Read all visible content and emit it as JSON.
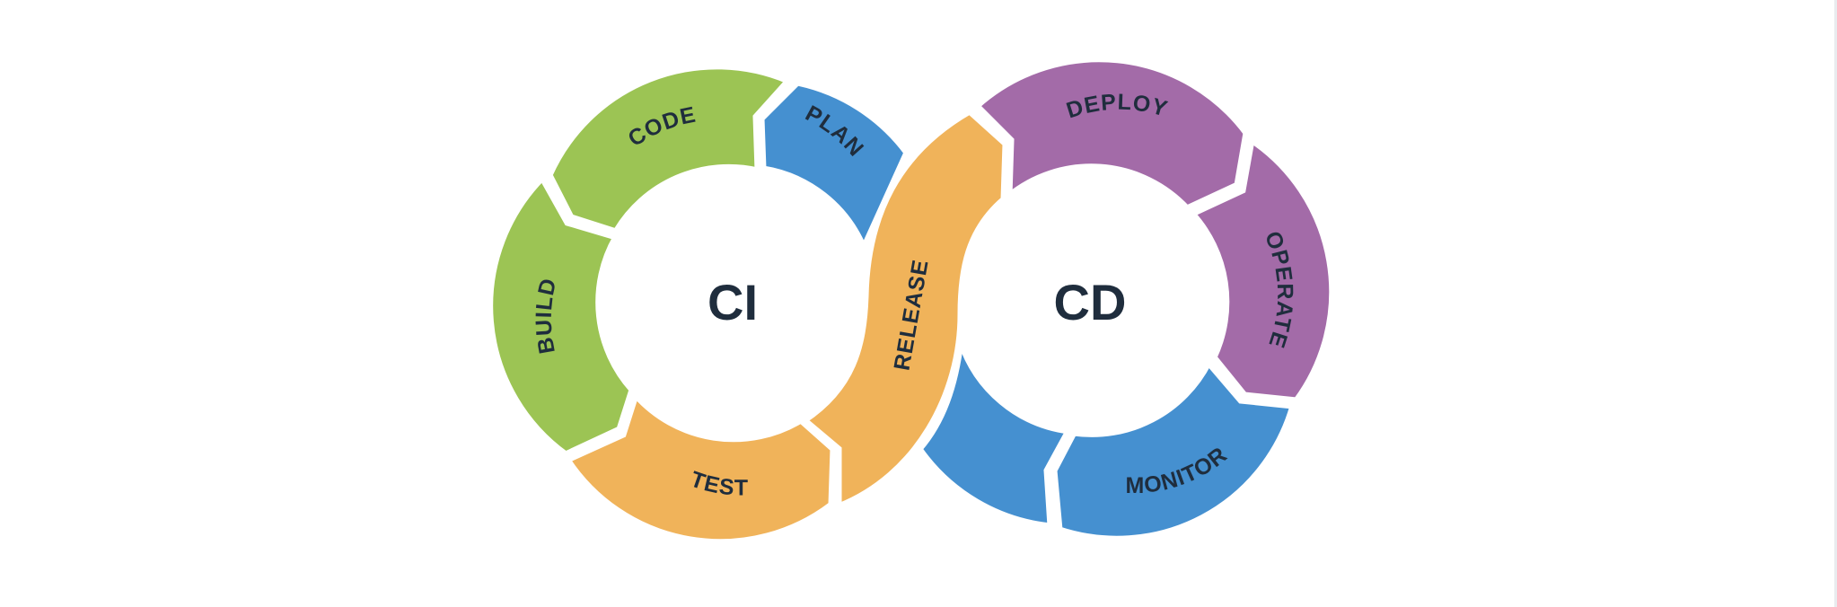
{
  "diagram": {
    "centers": {
      "ci": "CI",
      "cd": "CD"
    },
    "stages": {
      "plan": "PLAN",
      "code": "CODE",
      "build": "BUILD",
      "test": "TEST",
      "release": "RELEASE",
      "deploy": "DEPLOY",
      "operate": "OPERATE",
      "monitor": "MONITOR"
    },
    "colors": {
      "green": "#9cc454",
      "blue": "#4590d0",
      "orange": "#f0b35a",
      "purple": "#a36ba8",
      "text": "#1f2d3d",
      "background": "#ffffff"
    }
  }
}
